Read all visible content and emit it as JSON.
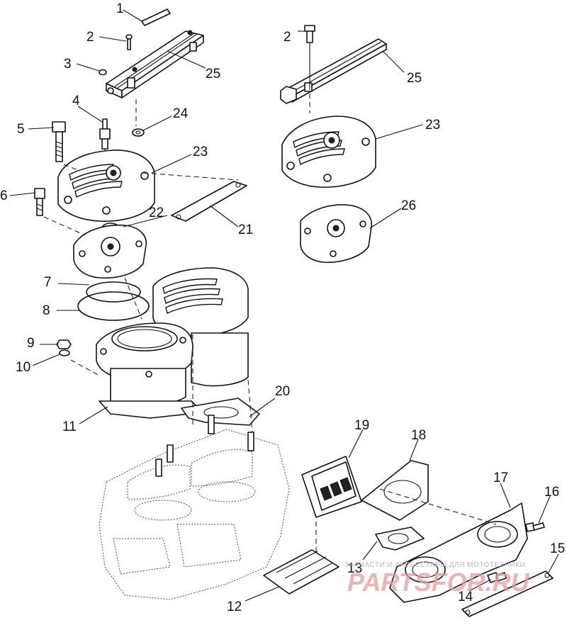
{
  "callouts": {
    "c1": "1",
    "c2a": "2",
    "c2b": "2",
    "c3": "3",
    "c4": "4",
    "c5": "5",
    "c6": "6",
    "c7": "7",
    "c8": "8",
    "c9": "9",
    "c10": "10",
    "c11": "11",
    "c12": "12",
    "c13": "13",
    "c14": "14",
    "c15": "15",
    "c16": "16",
    "c17": "17",
    "c18": "18",
    "c19": "19",
    "c20": "20",
    "c21": "21",
    "c22": "22",
    "c23a": "23",
    "c23b": "23",
    "c24": "24",
    "c25a": "25",
    "c25b": "25",
    "c26": "26"
  },
  "watermark": {
    "caption": "ЗАПЧАСТИ И АКСЕССУАРЫ ДЛЯ МОТОТЕХНИКИ",
    "logo": "PARTSFOR.RU"
  }
}
